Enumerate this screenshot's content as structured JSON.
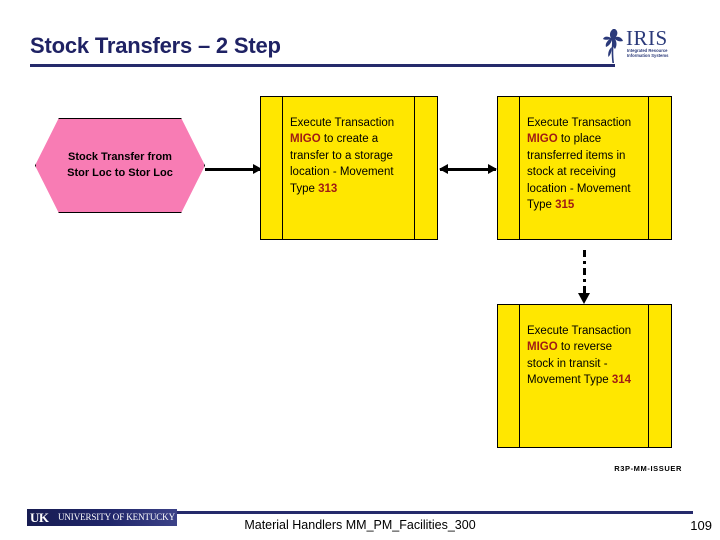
{
  "slide": {
    "title": "Stock Transfers – 2 Step",
    "accent_color": "#252a6b",
    "shape_pink": "#f87cb4",
    "shape_yellow": "#ffe700",
    "emphasis_color": "#a01c14"
  },
  "logo": {
    "wordmark": "IRIS",
    "tagline_line1": "Integrated Resource",
    "tagline_line2": "Information Systems",
    "mark_name": "iris-flower-icon"
  },
  "diagram": {
    "start": {
      "label": "Stock Transfer from Stor Loc to Stor Loc"
    },
    "steps": [
      {
        "id": "create-transfer",
        "text_before": "Execute Transaction ",
        "transaction": "MIGO",
        "text_middle": " to create a transfer to a storage location - Movement Type ",
        "movement_type": "313"
      },
      {
        "id": "place-in-stock",
        "text_before": "Execute Transaction ",
        "transaction": "MIGO",
        "text_middle": " to place transferred items in stock at receiving location - Movement Type ",
        "movement_type": "315"
      },
      {
        "id": "reverse-in-transit",
        "text_before": "Execute Transaction ",
        "transaction": "MIGO",
        "text_middle": " to reverse stock in transit - Movement Type ",
        "movement_type": "314"
      }
    ],
    "connectors": [
      {
        "id": "start-to-step1",
        "style": "solid",
        "direction": "right"
      },
      {
        "id": "step1-to-step2",
        "style": "solid",
        "direction": "both"
      },
      {
        "id": "step2-to-step3",
        "style": "dash-dot",
        "direction": "down"
      }
    ]
  },
  "footer": {
    "reference_code": "R3P-MM-ISSUER",
    "institution_mark": "UK",
    "institution_name": "UNIVERSITY OF KENTUCKY",
    "course_title": "Material Handlers MM_PM_Facilities_300",
    "page_number": "109"
  }
}
